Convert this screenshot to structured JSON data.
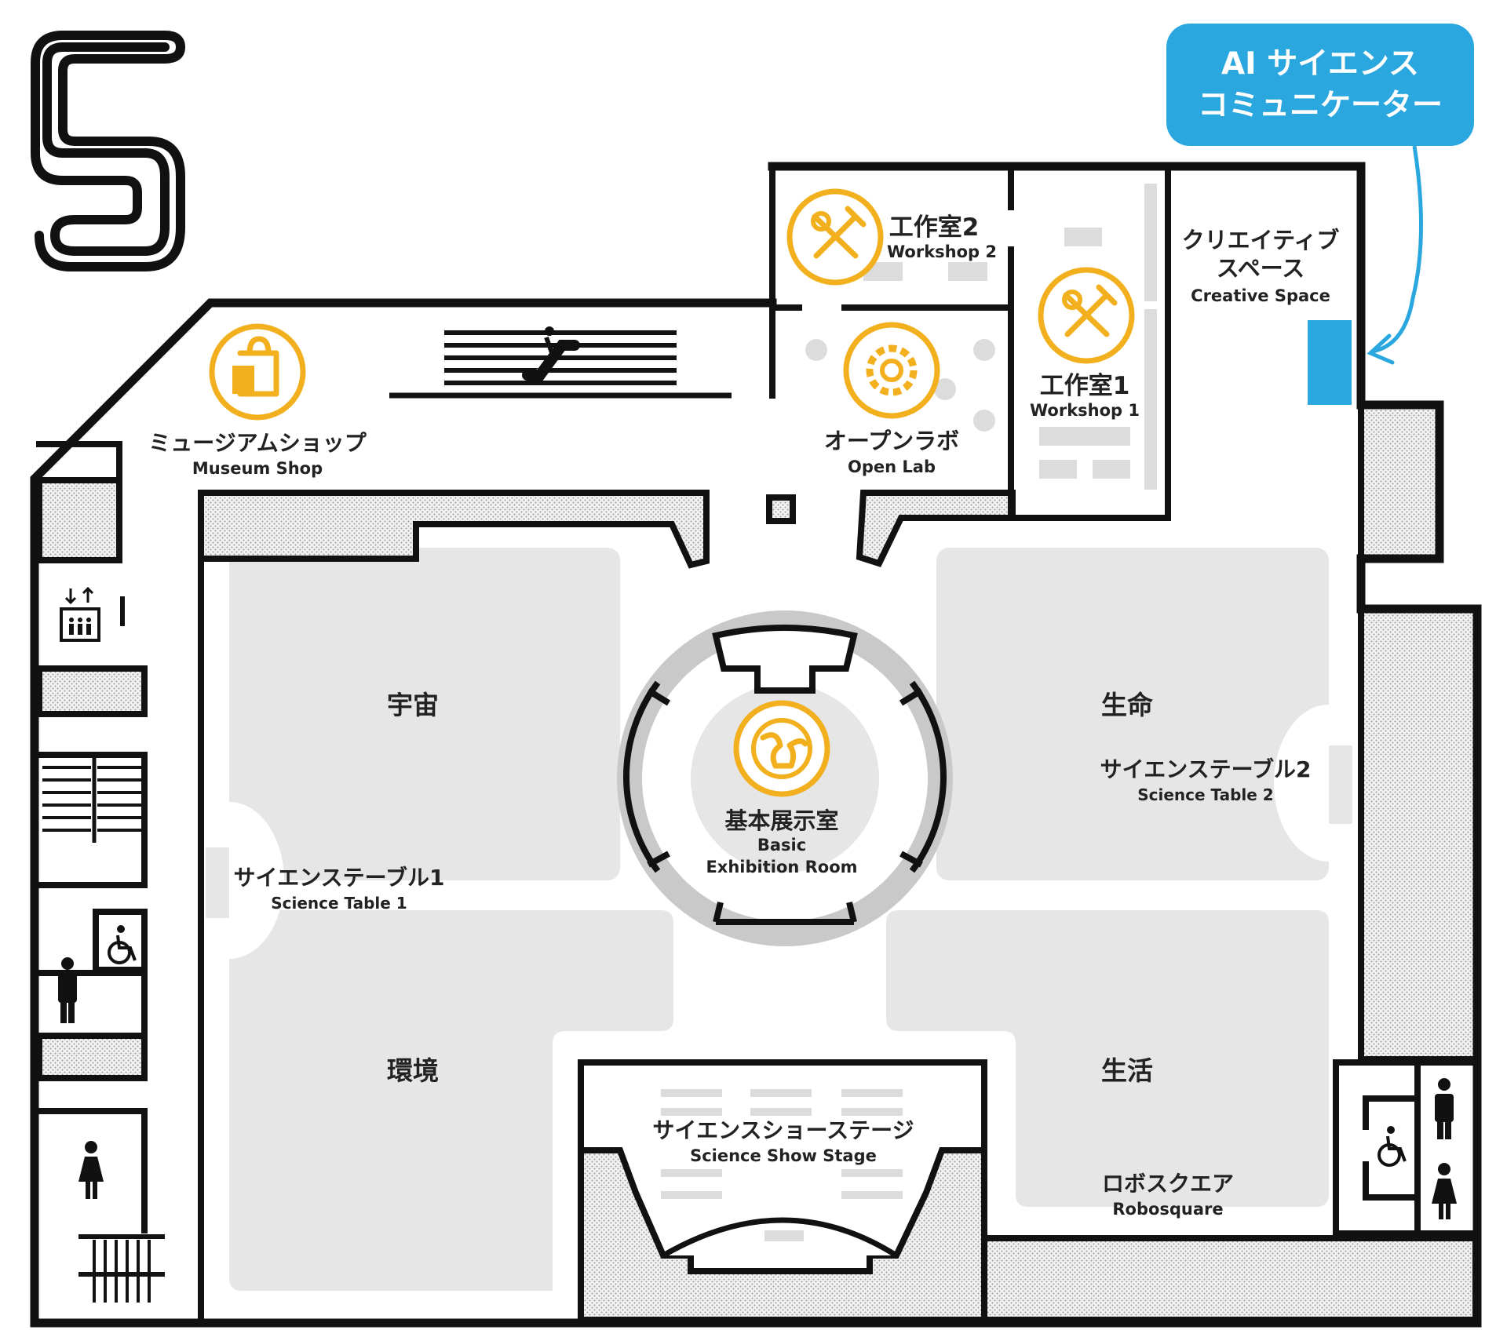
{
  "floor": {
    "number": "5"
  },
  "callout": {
    "line1": "AI サイエンス",
    "line2": "コミュニケーター"
  },
  "colors": {
    "accent_yellow": "#f2b01e",
    "accent_blue": "#2aa7df",
    "zone_gray": "#e6e6e6",
    "wall": "#111111"
  },
  "rooms": {
    "workshop2": {
      "ja": "工作室2",
      "en": "Workshop 2",
      "icon": "tools-2-icon"
    },
    "workshop1": {
      "ja": "工作室1",
      "en": "Workshop 1",
      "icon": "tools-1-icon"
    },
    "creative_space": {
      "ja_line1": "クリエイティブ",
      "ja_line2": "スペース",
      "en": "Creative Space"
    },
    "open_lab": {
      "ja": "オープンラボ",
      "en": "Open Lab",
      "icon": "gear-icon"
    },
    "museum_shop": {
      "ja": "ミュージアムショップ",
      "en": "Museum Shop",
      "icon": "shopping-bag-icon"
    },
    "space": {
      "ja": "宇宙"
    },
    "life": {
      "ja": "生命"
    },
    "environment": {
      "ja": "環境"
    },
    "living": {
      "ja": "生活"
    },
    "basic_exhibition": {
      "ja": "基本展示室",
      "en_line1": "Basic",
      "en_line2": "Exhibition Room",
      "icon": "globe-icon"
    },
    "science_table_1": {
      "ja": "サイエンステーブル1",
      "en": "Science Table 1"
    },
    "science_table_2": {
      "ja": "サイエンステーブル2",
      "en": "Science Table 2"
    },
    "science_show_stage": {
      "ja": "サイエンスショーステージ",
      "en": "Science Show Stage"
    },
    "robosquare": {
      "ja": "ロボスクエア",
      "en": "Robosquare"
    }
  },
  "facilities": {
    "elevator": "elevator-icon",
    "escalator": "escalator-icon",
    "stairs": "stairs-icon",
    "restroom_men": "men-restroom-icon",
    "restroom_women": "women-restroom-icon",
    "accessible": "wheelchair-icon"
  }
}
